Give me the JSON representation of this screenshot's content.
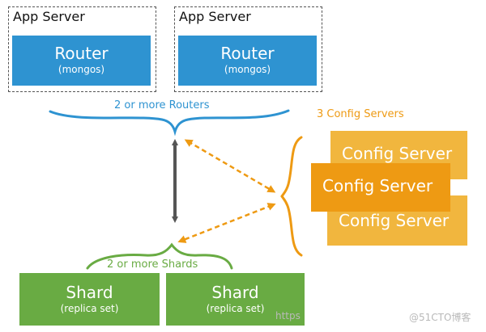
{
  "app_servers": [
    {
      "label": "App Server",
      "router_title": "Router",
      "router_subtitle": "(mongos)"
    },
    {
      "label": "App Server",
      "router_title": "Router",
      "router_subtitle": "(mongos)"
    }
  ],
  "routers_note": "2 or more Routers",
  "config_note": "3 Config Servers",
  "config_servers": [
    "Config Server",
    "Config Server",
    "Config Server"
  ],
  "shards_note": "2 or more Shards",
  "shards": [
    {
      "title": "Shard",
      "subtitle": "(replica set)"
    },
    {
      "title": "Shard",
      "subtitle": "(replica set)"
    }
  ],
  "watermark_left": "https",
  "watermark_right": "@51CTO博客",
  "colors": {
    "router": "#2e93d1",
    "config_back": "#f1b63e",
    "config_front": "#ee9a13",
    "shard": "#69ab43",
    "arrow_dark": "#555555"
  }
}
